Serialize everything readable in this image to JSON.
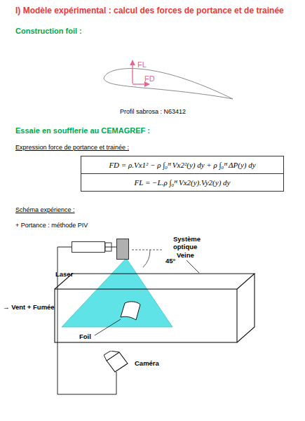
{
  "diagram": {
    "title": "I) Modèle expérimental : calcul des forces de portance et de trainée",
    "caption": "Profil sabrosa : N63412",
    "nodes": [
      {
        "text": [
          "FD = ρ.Vx1² − ρ ∫₀ᴴ Vx2²(y) dy + ρ ∫₀ᴴ ΔP(y) dy"
        ]
      },
      {
        "text": [
          "FL = −L.ρ ∫₀ᴴ Vx2(y).Vy2(y) dy"
        ]
      },
      {
        "text": [
          "Laser"
        ]
      },
      {
        "text": [
          "Système optique"
        ]
      },
      {
        "text": [
          "Caméra"
        ]
      }
    ],
    "edges": [
      {
        "from": 2,
        "to": 3,
        "arrow": "none"
      },
      {
        "from": 2,
        "to": 4,
        "arrow": "none"
      }
    ],
    "labels": [
      "Construction foil :",
      "FL",
      "FD",
      "Essaie en soufflerie au CEMAGREF :",
      "Expression force de portance et trainée :",
      "Schéma expérience :",
      "+ Portance : méthode PIV",
      "45°",
      "Veine",
      "→ Vent + Fumée",
      "Foil"
    ]
  }
}
